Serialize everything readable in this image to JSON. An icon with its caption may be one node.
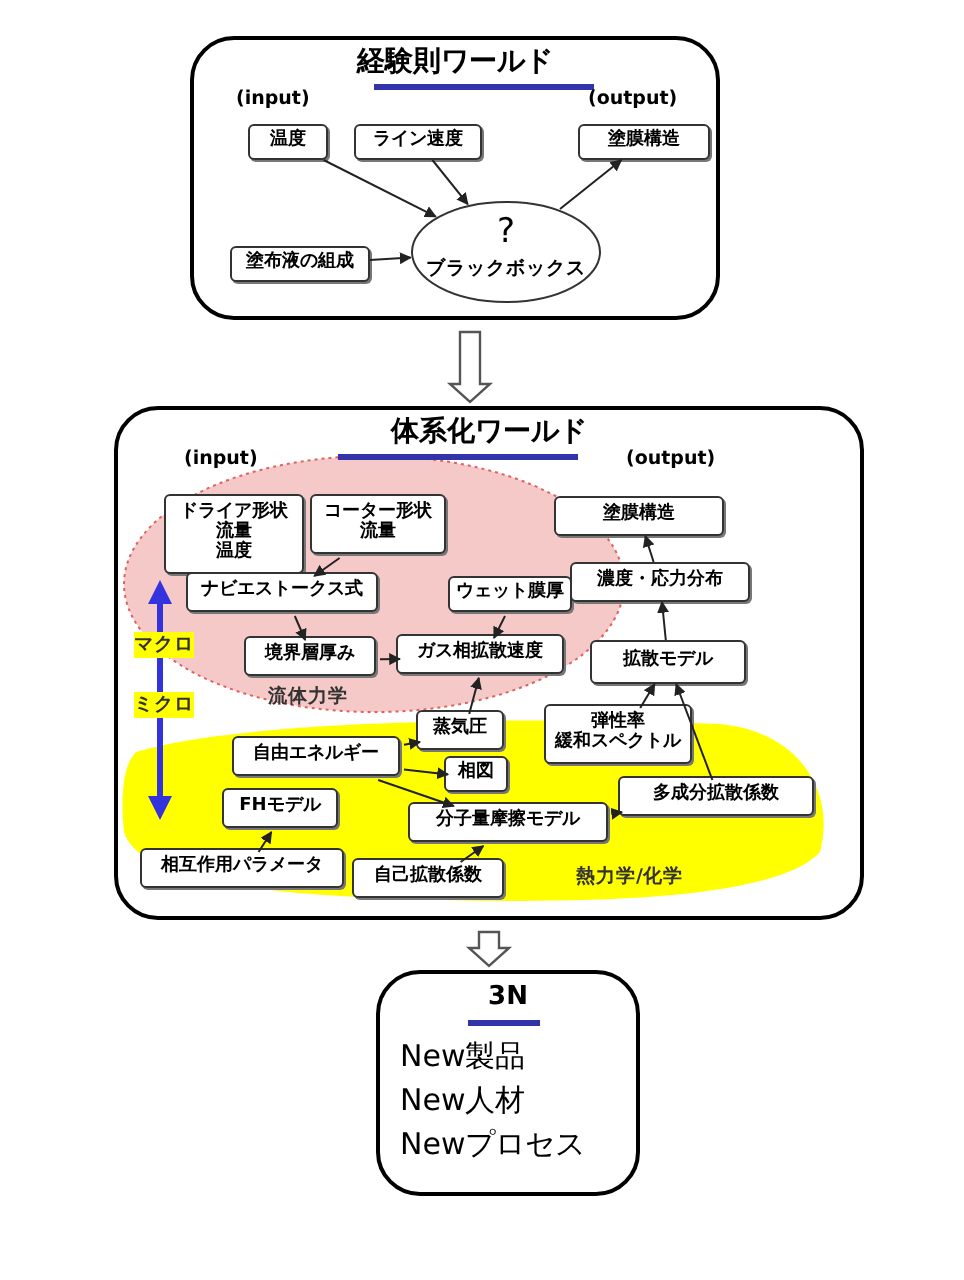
{
  "diagram": {
    "nodes": [
      {
        "text": [
          "経験則ワールド"
        ]
      },
      {
        "text": [
          "温度"
        ],
        "in": 0
      },
      {
        "text": [
          "ライン速度"
        ],
        "in": 0
      },
      {
        "text": [
          "塗膜構造"
        ],
        "in": 0
      },
      {
        "text": [
          "塗布液の組成"
        ],
        "in": 0
      },
      {
        "text": [
          "?",
          "ブラックボックス"
        ],
        "in": 0
      },
      {
        "text": [
          "体系化ワールド"
        ]
      },
      {
        "text": [
          "流体力学"
        ],
        "in": 6
      },
      {
        "text": [
          "熱力学/化学"
        ],
        "in": 6
      },
      {
        "text": [
          "ドライア形状",
          "流量",
          "温度"
        ],
        "in": 7
      },
      {
        "text": [
          "コーター形状",
          "流量"
        ],
        "in": 7
      },
      {
        "text": [
          "ナビエストークス式"
        ],
        "in": 7
      },
      {
        "text": [
          "ウェット膜厚"
        ],
        "in": 7
      },
      {
        "text": [
          "境界層厚み"
        ],
        "in": 7
      },
      {
        "text": [
          "ガス相拡散速度"
        ],
        "in": 7
      },
      {
        "text": [
          "塗膜構造"
        ],
        "in": 6
      },
      {
        "text": [
          "濃度・応力分布"
        ],
        "in": 6
      },
      {
        "text": [
          "拡散モデル"
        ],
        "in": 6
      },
      {
        "text": [
          "蒸気圧"
        ],
        "in": 8
      },
      {
        "text": [
          "弾性率",
          "緩和スペクトル"
        ],
        "in": 8
      },
      {
        "text": [
          "自由エネルギー"
        ],
        "in": 8
      },
      {
        "text": [
          "相図"
        ],
        "in": 8
      },
      {
        "text": [
          "FHモデル"
        ],
        "in": 8
      },
      {
        "text": [
          "分子量摩擦モデル"
        ],
        "in": 8
      },
      {
        "text": [
          "多成分拡散係数"
        ],
        "in": 8
      },
      {
        "text": [
          "相互作用パラメータ"
        ],
        "in": 8
      },
      {
        "text": [
          "自己拡散係数"
        ],
        "in": 8
      },
      {
        "text": [
          "3N",
          "New製品",
          "New人材",
          "Newプロセス"
        ]
      }
    ],
    "edges": [
      {
        "from": 1,
        "to": 5,
        "arrow": "to"
      },
      {
        "from": 2,
        "to": 5,
        "arrow": "to"
      },
      {
        "from": 4,
        "to": 5,
        "arrow": "to"
      },
      {
        "from": 5,
        "to": 3,
        "arrow": "to"
      },
      {
        "from": 0,
        "to": 6,
        "arrow": "to",
        "style": "thick"
      },
      {
        "from": 10,
        "to": 11,
        "arrow": "to"
      },
      {
        "from": 11,
        "to": 13,
        "arrow": "to"
      },
      {
        "from": 13,
        "to": 14,
        "arrow": "to"
      },
      {
        "from": 12,
        "to": 14,
        "arrow": "to"
      },
      {
        "from": 18,
        "to": 14,
        "arrow": "to"
      },
      {
        "from": 20,
        "to": 18,
        "arrow": "to"
      },
      {
        "from": 20,
        "to": 21,
        "arrow": "to"
      },
      {
        "from": 20,
        "to": 23,
        "arrow": "to"
      },
      {
        "from": 26,
        "to": 23,
        "arrow": "to"
      },
      {
        "from": 25,
        "to": 22,
        "arrow": "to"
      },
      {
        "from": 23,
        "to": 24,
        "arrow": "to"
      },
      {
        "from": 19,
        "to": 17,
        "arrow": "to"
      },
      {
        "from": 24,
        "to": 17,
        "arrow": "to"
      },
      {
        "from": 17,
        "to": 16,
        "arrow": "to"
      },
      {
        "from": 16,
        "to": 15,
        "arrow": "to"
      },
      {
        "from": 6,
        "to": 27,
        "arrow": "to",
        "style": "thick"
      }
    ],
    "labels": [
      "(input)",
      "(output)",
      "(input)",
      "(output)",
      "マクロ",
      "ミクロ"
    ]
  }
}
